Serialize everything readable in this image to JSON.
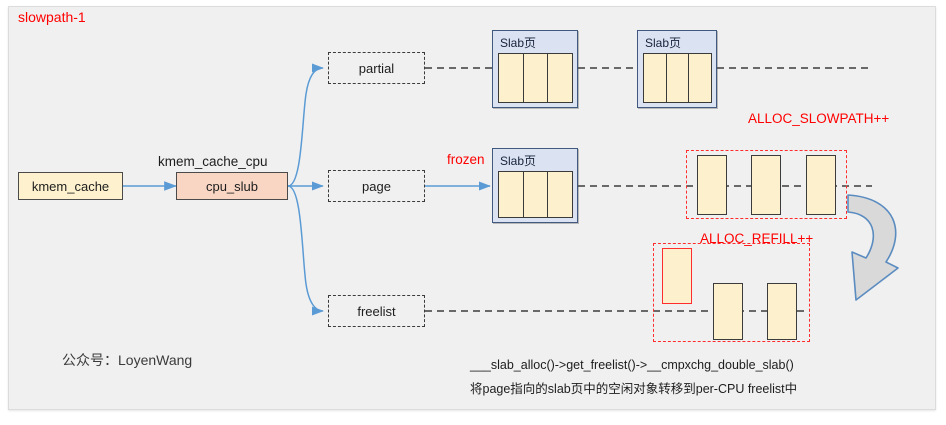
{
  "diagram": {
    "title": "slowpath-1",
    "watermark": "公众号：LoyenWang",
    "accent_red": "#ff0000",
    "accent_blue": "#5b9bd5"
  },
  "left_chain": {
    "kmem_cache_label": "kmem_cache",
    "cpu_slub_caption": "kmem_cache_cpu",
    "cpu_slub_label": "cpu_slub"
  },
  "pointers": [
    {
      "label": "partial"
    },
    {
      "label": "page"
    },
    {
      "label": "freelist"
    }
  ],
  "frozen_label": "frozen",
  "slab_pages": [
    {
      "title": "Slab页",
      "cells": 3
    },
    {
      "title": "Slab页",
      "cells": 3
    },
    {
      "title": "Slab页",
      "cells": 3
    }
  ],
  "groups": [
    {
      "name": "ALLOC_SLOWPATH++",
      "cells": 3
    },
    {
      "name": "ALLOC_REFILL++",
      "cells": 3
    }
  ],
  "footer": {
    "line1": "___slab_alloc()->get_freelist()->__cmpxchg_double_slab()",
    "line2": "将page指向的slab页中的空闲对象转移到per-CPU freelist中"
  }
}
